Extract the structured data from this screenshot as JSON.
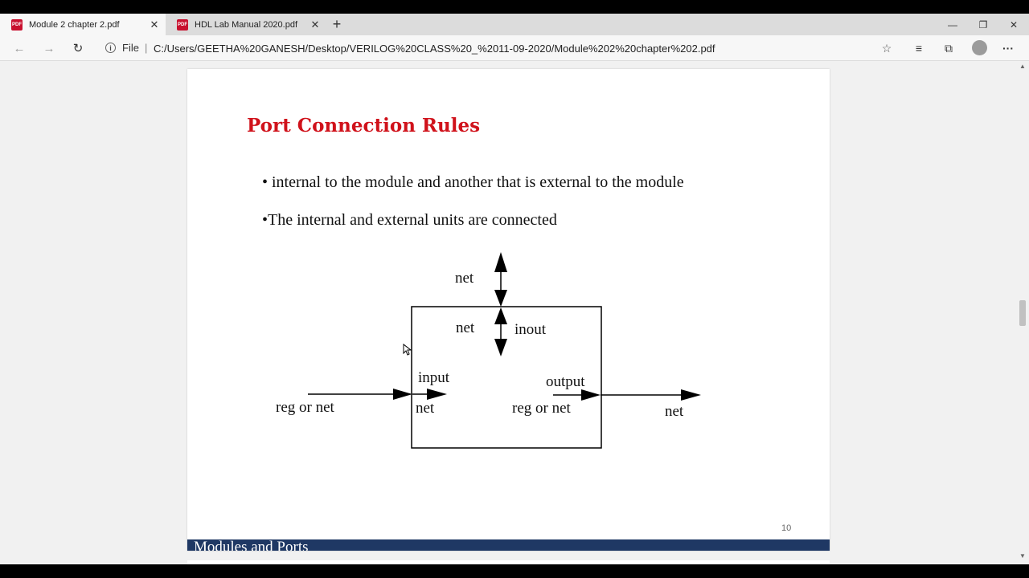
{
  "tabs": [
    {
      "title": "Module 2 chapter 2.pdf",
      "active": true
    },
    {
      "title": "HDL Lab Manual 2020.pdf",
      "active": false
    }
  ],
  "icons": {
    "pdf": "pdf-icon",
    "close": "close-icon",
    "new_tab": "plus-icon",
    "back": "back-arrow-icon",
    "forward": "forward-arrow-icon",
    "refresh": "refresh-icon",
    "info": "info-icon",
    "favorite": "star-icon",
    "favorites": "favorites-icon",
    "collections": "collections-icon",
    "profile": "profile-icon",
    "more": "more-icon"
  },
  "address_bar": {
    "scheme_label": "File",
    "url": "C:/Users/GEETHA%20GANESH/Desktop/VERILOG%20CLASS%20_%2011-09-2020/Module%202%20chapter%202.pdf"
  },
  "slide": {
    "title": "Port Connection Rules",
    "bullets": [
      "• internal to the module and another that is external to the module",
      "•The internal and external units are connected"
    ],
    "page_number": "10",
    "footer": "Modules and Ports"
  },
  "diagram": {
    "labels": {
      "net_top_outside": "net",
      "net_top_inside": "net",
      "inout": "inout",
      "input": "input",
      "input_net": "net",
      "reg_or_net_left": "reg or net",
      "output": "output",
      "output_reg_or_net": "reg or net",
      "net_right": "net"
    }
  },
  "colors": {
    "title_red": "#d0121b",
    "footer_blue": "#1f3864",
    "pdf_icon_red": "#c8102e"
  }
}
